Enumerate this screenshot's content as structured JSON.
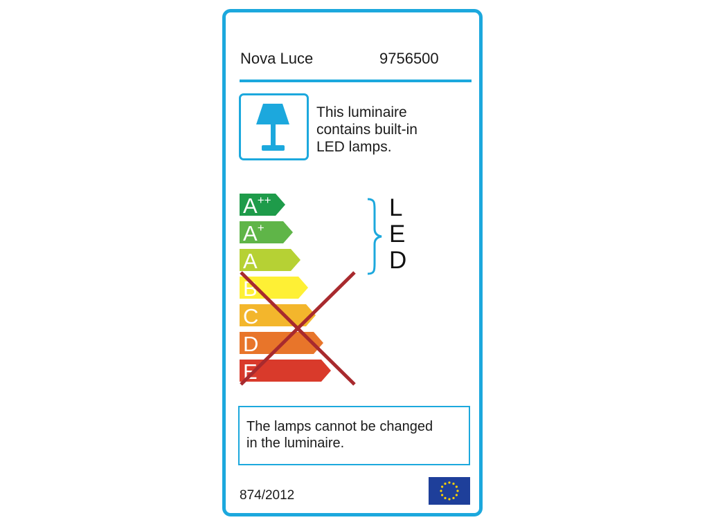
{
  "brand": "Nova Luce",
  "model_number": "9756500",
  "lamp_statement": [
    "This luminaire",
    "contains built-in",
    "LED lamps."
  ],
  "energy_classes": [
    {
      "label": "A",
      "sup": "++",
      "color": "#1e9b4a",
      "applicable": true
    },
    {
      "label": "A",
      "sup": "+",
      "color": "#5fb548",
      "applicable": true
    },
    {
      "label": "A",
      "sup": "",
      "color": "#b6d134",
      "applicable": true
    },
    {
      "label": "B",
      "sup": "",
      "color": "#fef035",
      "applicable": false
    },
    {
      "label": "C",
      "sup": "",
      "color": "#f3b62c",
      "applicable": false
    },
    {
      "label": "D",
      "sup": "",
      "color": "#e8752a",
      "applicable": false
    },
    {
      "label": "E",
      "sup": "",
      "color": "#d93a2b",
      "applicable": false
    }
  ],
  "led_letters": [
    "L",
    "E",
    "D"
  ],
  "note": [
    "The lamps cannot be changed",
    "in the luminaire."
  ],
  "regulation": "874/2012",
  "colors": {
    "frame": "#1ca8dd",
    "cross": "#a82a2e",
    "eu_blue": "#1e3f9a",
    "eu_star": "#ffd200"
  },
  "icons": {
    "lamp": "table-lamp-icon",
    "flag": "eu-flag-icon"
  }
}
